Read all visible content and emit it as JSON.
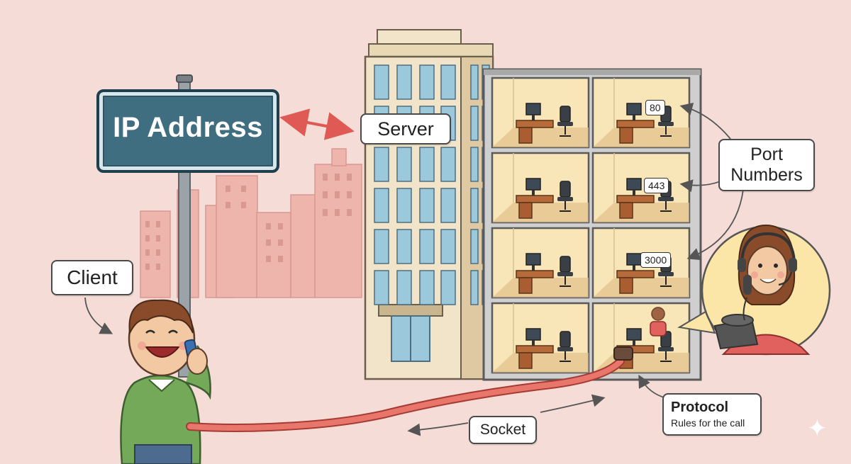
{
  "labels": {
    "ip_address": "IP Address",
    "server": "Server",
    "client": "Client",
    "port_numbers_line1": "Port",
    "port_numbers_line2": "Numbers",
    "socket": "Socket",
    "protocol": "Protocol",
    "protocol_sub": "Rules for the call"
  },
  "ports": [
    "80",
    "443",
    "3000"
  ],
  "colors": {
    "background": "#f6dcd6",
    "sign": "#3f6e80",
    "cable": "#e8766a",
    "building": "#f1e4c8",
    "glass": "#9cc8dc",
    "room": "#f8e5b8"
  }
}
